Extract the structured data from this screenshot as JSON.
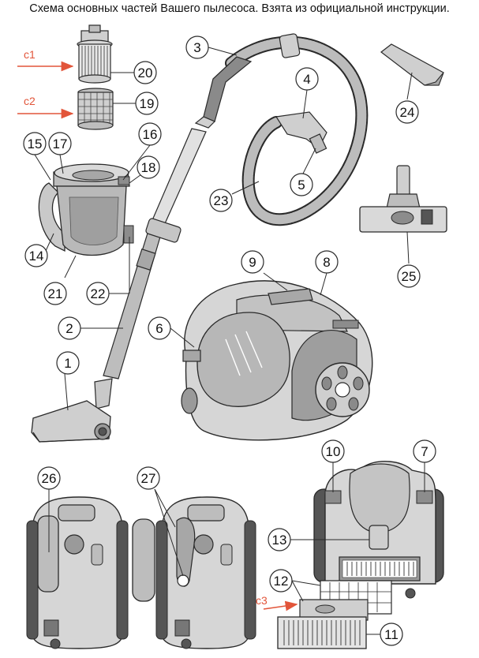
{
  "title": "Схема основных частей Вашего пылесоса. Взята из официальной инструкции.",
  "colors": {
    "accent_red": "#e2553a",
    "outline": "#2a2a2a",
    "body_light": "#d6d6d6",
    "body_mid": "#b4b4b4",
    "body_dark": "#7d7d7d",
    "hose": "#9a9a9a"
  },
  "callouts": [
    {
      "label": "1"
    },
    {
      "label": "2"
    },
    {
      "label": "3"
    },
    {
      "label": "4"
    },
    {
      "label": "5"
    },
    {
      "label": "6"
    },
    {
      "label": "7"
    },
    {
      "label": "8"
    },
    {
      "label": "9"
    },
    {
      "label": "10"
    },
    {
      "label": "11"
    },
    {
      "label": "12"
    },
    {
      "label": "13"
    },
    {
      "label": "14"
    },
    {
      "label": "15"
    },
    {
      "label": "16"
    },
    {
      "label": "17"
    },
    {
      "label": "18"
    },
    {
      "label": "19"
    },
    {
      "label": "20"
    },
    {
      "label": "21"
    },
    {
      "label": "22"
    },
    {
      "label": "23"
    },
    {
      "label": "24"
    },
    {
      "label": "25"
    },
    {
      "label": "26"
    },
    {
      "label": "27"
    }
  ],
  "annotations": [
    {
      "label": "c1"
    },
    {
      "label": "c2"
    },
    {
      "label": "c3"
    }
  ]
}
